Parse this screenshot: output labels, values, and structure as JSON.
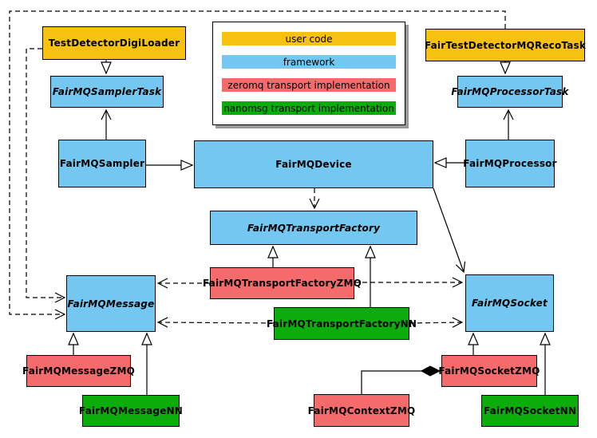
{
  "diagram_type": "uml-class-diagram",
  "colors": {
    "user_code": "#F7C110",
    "framework": "#74C7F0",
    "zeromq": "#F56B6B",
    "nanomsg": "#0BAD0B",
    "line": "#000000",
    "legend_shadow": "#9a9a9a"
  },
  "legend": {
    "items": [
      {
        "label": "user code",
        "category": "user_code"
      },
      {
        "label": "framework",
        "category": "framework"
      },
      {
        "label": "zeromq transport implementation",
        "category": "zeromq"
      },
      {
        "label": "nanomsg transport implementation",
        "category": "nanomsg"
      }
    ]
  },
  "nodes": [
    {
      "id": "TestDetectorDigiLoader",
      "label": "TestDetectorDigiLoader",
      "category": "user_code",
      "abstract": false
    },
    {
      "id": "FairTestDetectorMQRecoTask",
      "label": "FairTestDetectorMQRecoTask",
      "category": "user_code",
      "abstract": false
    },
    {
      "id": "FairMQSamplerTask",
      "label": "FairMQSamplerTask",
      "category": "framework",
      "abstract": true
    },
    {
      "id": "FairMQProcessorTask",
      "label": "FairMQProcessorTask",
      "category": "framework",
      "abstract": true
    },
    {
      "id": "FairMQSampler",
      "label": "FairMQSampler",
      "category": "framework",
      "abstract": false
    },
    {
      "id": "FairMQDevice",
      "label": "FairMQDevice",
      "category": "framework",
      "abstract": false
    },
    {
      "id": "FairMQProcessor",
      "label": "FairMQProcessor",
      "category": "framework",
      "abstract": false
    },
    {
      "id": "FairMQTransportFactory",
      "label": "FairMQTransportFactory",
      "category": "framework",
      "abstract": true
    },
    {
      "id": "FairMQTransportFactoryZMQ",
      "label": "FairMQTransportFactoryZMQ",
      "category": "zeromq",
      "abstract": false
    },
    {
      "id": "FairMQTransportFactoryNN",
      "label": "FairMQTransportFactoryNN",
      "category": "nanomsg",
      "abstract": false
    },
    {
      "id": "FairMQMessage",
      "label": "FairMQMessage",
      "category": "framework",
      "abstract": true
    },
    {
      "id": "FairMQSocket",
      "label": "FairMQSocket",
      "category": "framework",
      "abstract": true
    },
    {
      "id": "FairMQMessageZMQ",
      "label": "FairMQMessageZMQ",
      "category": "zeromq",
      "abstract": false
    },
    {
      "id": "FairMQMessageNN",
      "label": "FairMQMessageNN",
      "category": "nanomsg",
      "abstract": false
    },
    {
      "id": "FairMQSocketZMQ",
      "label": "FairMQSocketZMQ",
      "category": "zeromq",
      "abstract": false
    },
    {
      "id": "FairMQSocketNN",
      "label": "FairMQSocketNN",
      "category": "nanomsg",
      "abstract": false
    },
    {
      "id": "FairMQContextZMQ",
      "label": "FairMQContextZMQ",
      "category": "zeromq",
      "abstract": false
    }
  ],
  "edges": [
    {
      "from": "TestDetectorDigiLoader",
      "to": "FairMQSamplerTask",
      "type": "inheritance"
    },
    {
      "from": "FairTestDetectorMQRecoTask",
      "to": "FairMQProcessorTask",
      "type": "inheritance"
    },
    {
      "from": "FairMQSampler",
      "to": "FairMQSamplerTask",
      "type": "association"
    },
    {
      "from": "FairMQProcessor",
      "to": "FairMQProcessorTask",
      "type": "association"
    },
    {
      "from": "FairMQSampler",
      "to": "FairMQDevice",
      "type": "inheritance"
    },
    {
      "from": "FairMQProcessor",
      "to": "FairMQDevice",
      "type": "inheritance"
    },
    {
      "from": "FairMQDevice",
      "to": "FairMQTransportFactory",
      "type": "dependency"
    },
    {
      "from": "FairMQDevice",
      "to": "FairMQSocket",
      "type": "association"
    },
    {
      "from": "FairMQTransportFactoryZMQ",
      "to": "FairMQTransportFactory",
      "type": "inheritance"
    },
    {
      "from": "FairMQTransportFactoryNN",
      "to": "FairMQTransportFactory",
      "type": "inheritance"
    },
    {
      "from": "FairMQTransportFactoryZMQ",
      "to": "FairMQMessage",
      "type": "dependency"
    },
    {
      "from": "FairMQTransportFactoryZMQ",
      "to": "FairMQSocket",
      "type": "dependency"
    },
    {
      "from": "FairMQTransportFactoryNN",
      "to": "FairMQMessage",
      "type": "dependency"
    },
    {
      "from": "FairMQTransportFactoryNN",
      "to": "FairMQSocket",
      "type": "dependency"
    },
    {
      "from": "TestDetectorDigiLoader",
      "to": "FairMQMessage",
      "type": "dependency"
    },
    {
      "from": "FairTestDetectorMQRecoTask",
      "to": "FairMQMessage",
      "type": "dependency"
    },
    {
      "from": "FairMQMessageZMQ",
      "to": "FairMQMessage",
      "type": "inheritance"
    },
    {
      "from": "FairMQMessageNN",
      "to": "FairMQMessage",
      "type": "inheritance"
    },
    {
      "from": "FairMQSocketZMQ",
      "to": "FairMQSocket",
      "type": "inheritance"
    },
    {
      "from": "FairMQSocketNN",
      "to": "FairMQSocket",
      "type": "inheritance"
    },
    {
      "from": "FairMQContextZMQ",
      "to": "FairMQSocketZMQ",
      "type": "composition"
    }
  ]
}
